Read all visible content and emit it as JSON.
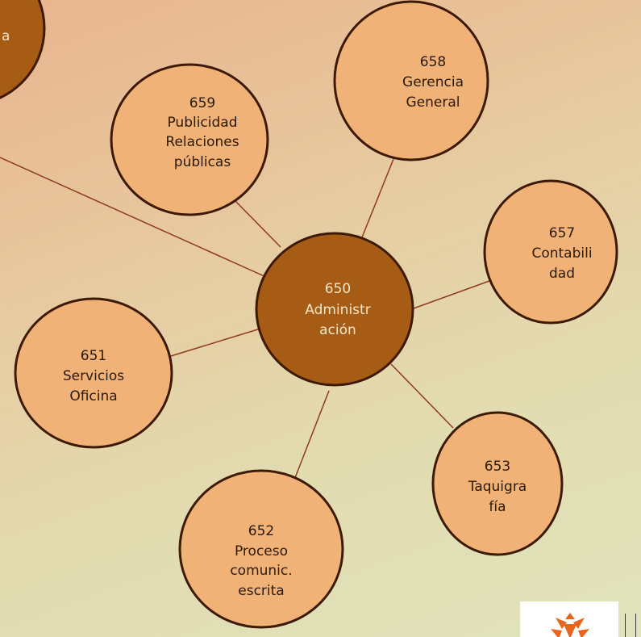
{
  "diagram": {
    "center": {
      "code": "650",
      "name_line1": "Administr",
      "name_line2": "ación"
    },
    "partial": {
      "text": "a"
    },
    "nodes": [
      {
        "code": "659",
        "lines": [
          "Publicidad",
          "Relaciones",
          "públicas"
        ]
      },
      {
        "code": "658",
        "lines": [
          "Gerencia",
          "General"
        ]
      },
      {
        "code": "657",
        "lines": [
          "Contabili",
          "dad"
        ]
      },
      {
        "code": "651",
        "lines": [
          "Servicios",
          "Oficina"
        ]
      },
      {
        "code": "653",
        "lines": [
          "Taquigra",
          "fía"
        ]
      },
      {
        "code": "652",
        "lines": [
          "Proceso",
          "comunic.",
          "escrita"
        ]
      }
    ],
    "colors": {
      "node_fill": "#f0b276",
      "center_fill": "#a65c15",
      "stroke": "#3d1a05",
      "connector": "#8e3b1d"
    }
  }
}
